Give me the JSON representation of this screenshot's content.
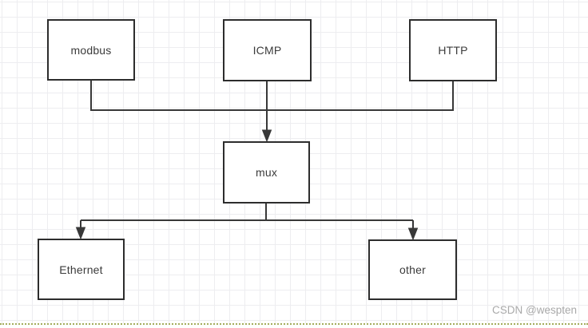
{
  "diagram": {
    "type": "flowchart",
    "nodes": [
      {
        "id": "modbus",
        "label": "modbus"
      },
      {
        "id": "icmp",
        "label": "ICMP"
      },
      {
        "id": "http",
        "label": "HTTP"
      },
      {
        "id": "mux",
        "label": "mux"
      },
      {
        "id": "ethernet",
        "label": "Ethernet"
      },
      {
        "id": "other",
        "label": "other"
      }
    ],
    "edges": [
      {
        "from": "modbus",
        "to": "mux",
        "arrow": true
      },
      {
        "from": "icmp",
        "to": "mux",
        "arrow": true
      },
      {
        "from": "http",
        "to": "mux",
        "arrow": true
      },
      {
        "from": "mux",
        "to": "ethernet",
        "arrow": true
      },
      {
        "from": "mux",
        "to": "other",
        "arrow": true
      }
    ],
    "colors": {
      "node_border": "#2d2d2d",
      "node_fill": "#ffffff",
      "connector": "#383838",
      "grid_line": "#ededf0",
      "canvas_bg": "#ffffff"
    }
  },
  "watermark": {
    "text": "CSDN @wespten",
    "color": "#a9a9a9"
  },
  "footer": {
    "dotted_line_color": "#a4ad5d"
  }
}
